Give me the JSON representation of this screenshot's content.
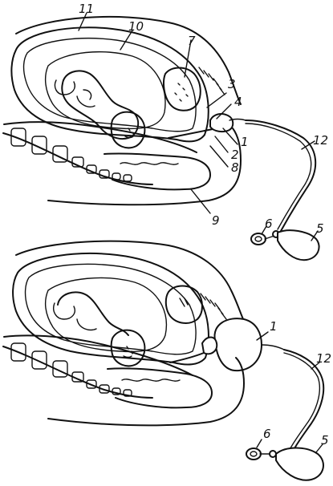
{
  "panels": [
    {
      "id": "top",
      "labels": [
        "11",
        "10",
        "7",
        "3",
        "4",
        "1",
        "12",
        "2",
        "8",
        "6",
        "5",
        "9"
      ]
    },
    {
      "id": "bottom",
      "labels": [
        "1",
        "12",
        "6",
        "5"
      ]
    }
  ],
  "colors": {
    "ink": "#111111",
    "paper": "#ffffff"
  }
}
